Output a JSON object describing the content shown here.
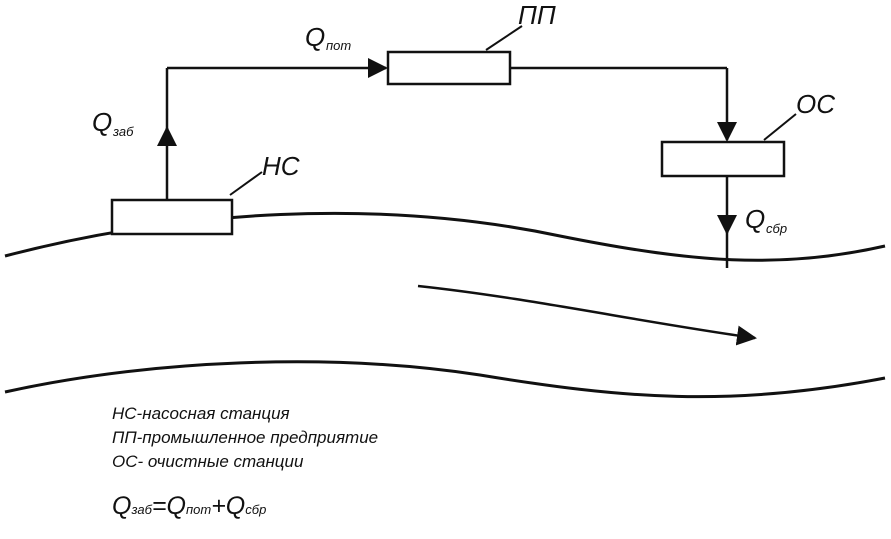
{
  "labels": {
    "pump_station": "НС",
    "industrial_plant": "ПП",
    "treatment_plant": "ОС",
    "q_symbol": "Q",
    "q_intake_sub": "заб",
    "q_consumption_sub": "пот",
    "q_discharge_sub": "сбр"
  },
  "legend": [
    "НС-насосная станция",
    "ПП-промышленное предприятие",
    "ОС- очистные станции"
  ],
  "formula": {
    "q": "Q",
    "intake_sub": "заб",
    "equals": "=",
    "consumption_sub": "пот",
    "plus": "+",
    "discharge_sub": "сбр"
  }
}
